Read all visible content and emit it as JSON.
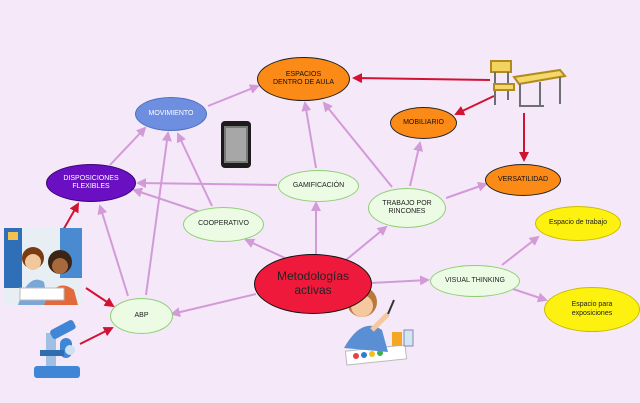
{
  "colors": {
    "background": "#f5e8f8",
    "green_node": "#ecfce4",
    "green_border": "#8fce74",
    "orange_node": "#fb8a16",
    "purple_node": "#6a0fc2",
    "blue_node": "#6e8fe0",
    "red_node": "#ef1a3b",
    "yellow_node": "#fdf10f",
    "pink_arrow": "#d39ad8",
    "red_arrow": "#d21232"
  },
  "nodes": {
    "central": "Metodologías\nactivas",
    "espacios": "ESPACIOS\nDENTRO DE AULA",
    "movimiento": "MOVIMIENTO",
    "mobiliario": "MOBILIARIO",
    "versatilidad": "VERSATILIDAD",
    "disposiciones": "DISPOSICIONES\nFLEXIBLES",
    "gamificacion": "GAMIFICACIÓN",
    "trabajo": "TRABAJO POR\nRINCONES",
    "cooperativo": "COOPERATIVO",
    "abp": "ABP",
    "visual": "VISUAL THINKING",
    "espacio_trabajo": "Espacio de trabajo",
    "espacio_exposiciones": "Espacio para\nexposiciones"
  },
  "images": [
    "tablet-icon",
    "school-desk-icon",
    "children-reading-icon",
    "microscope-icon",
    "child-painting-icon"
  ]
}
